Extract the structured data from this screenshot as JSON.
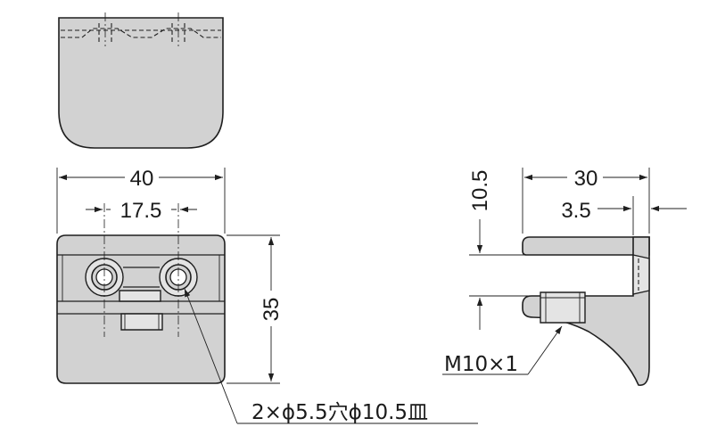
{
  "dimensions": {
    "front_width": "40",
    "hole_pitch": "17.5",
    "front_height": "35",
    "side_depth": "30",
    "side_offset": "3.5",
    "side_gap": "10.5"
  },
  "notes": {
    "hole_spec": "2×ϕ5.5穴ϕ10.5皿",
    "screw_spec": "M10×1"
  }
}
